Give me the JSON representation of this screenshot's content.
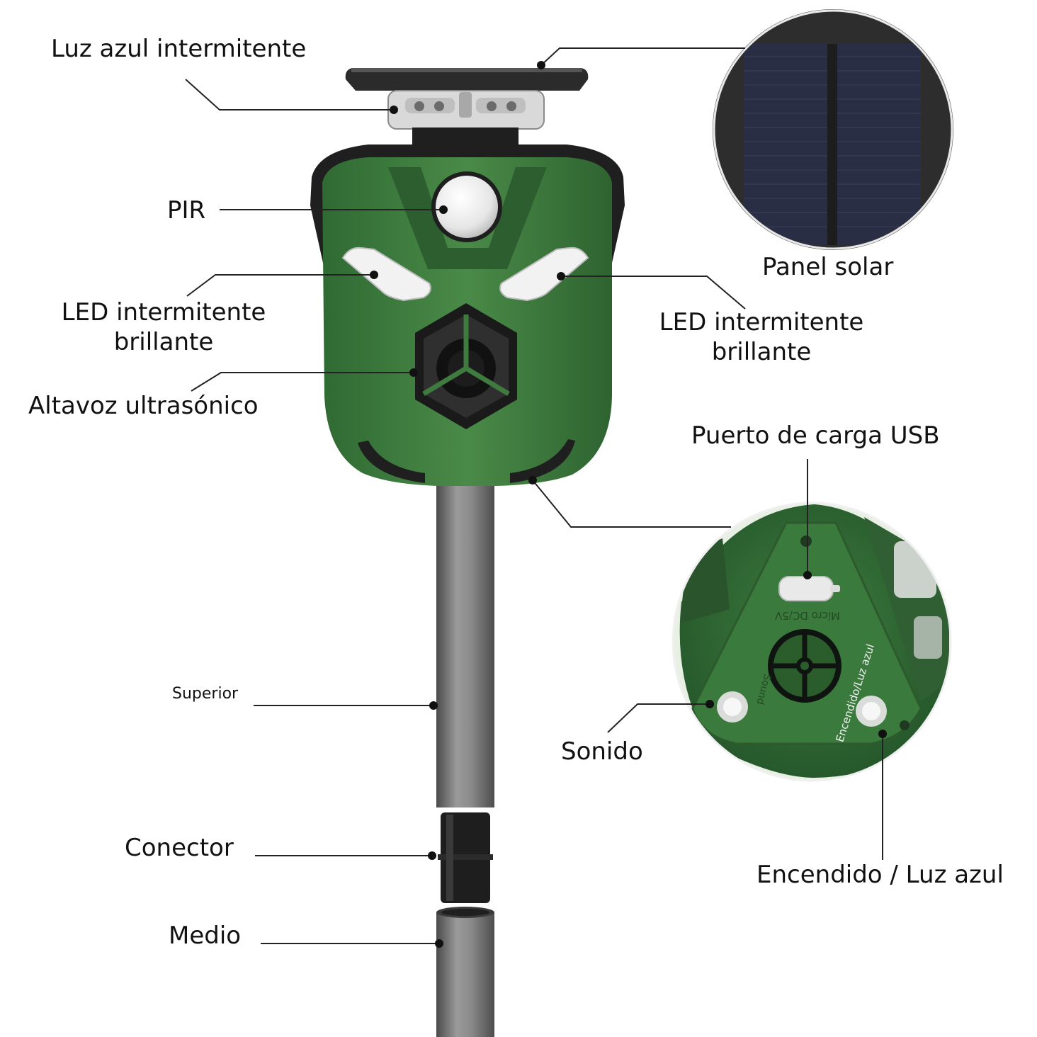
{
  "labels": {
    "blue_light": "Luz azul intermitente",
    "pir": "PIR",
    "led_left_line1": "LED intermitente",
    "led_left_line2": "brillante",
    "speaker": "Altavoz ultrasónico",
    "solar_panel": "Panel solar",
    "led_right_line1": "LED intermitente",
    "led_right_line2": "brillante",
    "usb_port": "Puerto de carga USB",
    "sound": "Sonido",
    "power": "Encendido / Luz azul",
    "upper": "Superior",
    "connector": "Conector",
    "middle": "Medio"
  },
  "device_print": {
    "port_text": "Micro DC/5V",
    "button_left_text": "Sound",
    "button_right_text": "Encendido/Luz azul"
  },
  "colors": {
    "body_green": "#3f7a3e",
    "body_green_dark": "#2c5a2c",
    "housing_black": "#2a2a2a",
    "pole_gray": "#7a7a7a",
    "solar_dark": "#262a3a",
    "leader_line": "#222222"
  }
}
